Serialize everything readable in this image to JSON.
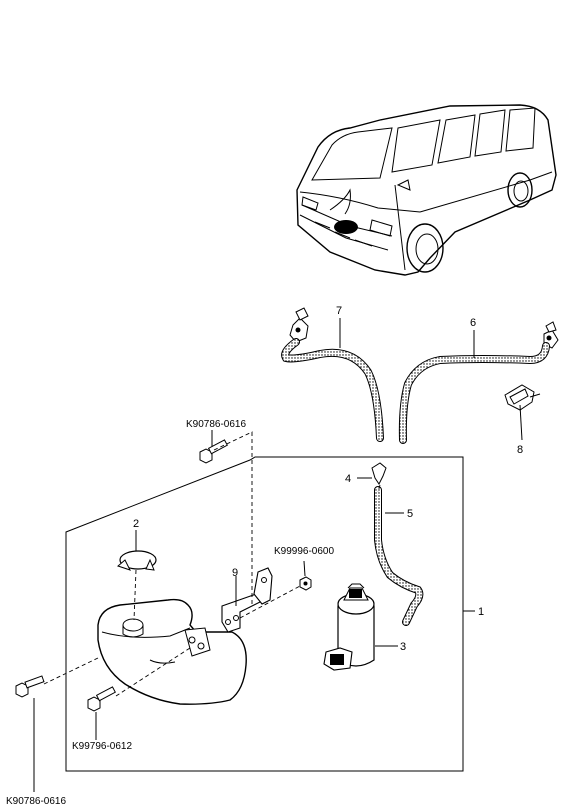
{
  "callouts": {
    "c1": "1",
    "c2": "2",
    "c3": "3",
    "c4": "4",
    "c5": "5",
    "c6": "6",
    "c7": "7",
    "c8": "8",
    "c9": "9"
  },
  "part_numbers": {
    "bolt_top": "K90786-0616",
    "nut": "K99996-0600",
    "bolt_mid": "K99796-0612",
    "bolt_bottom": "K90786-0616"
  }
}
